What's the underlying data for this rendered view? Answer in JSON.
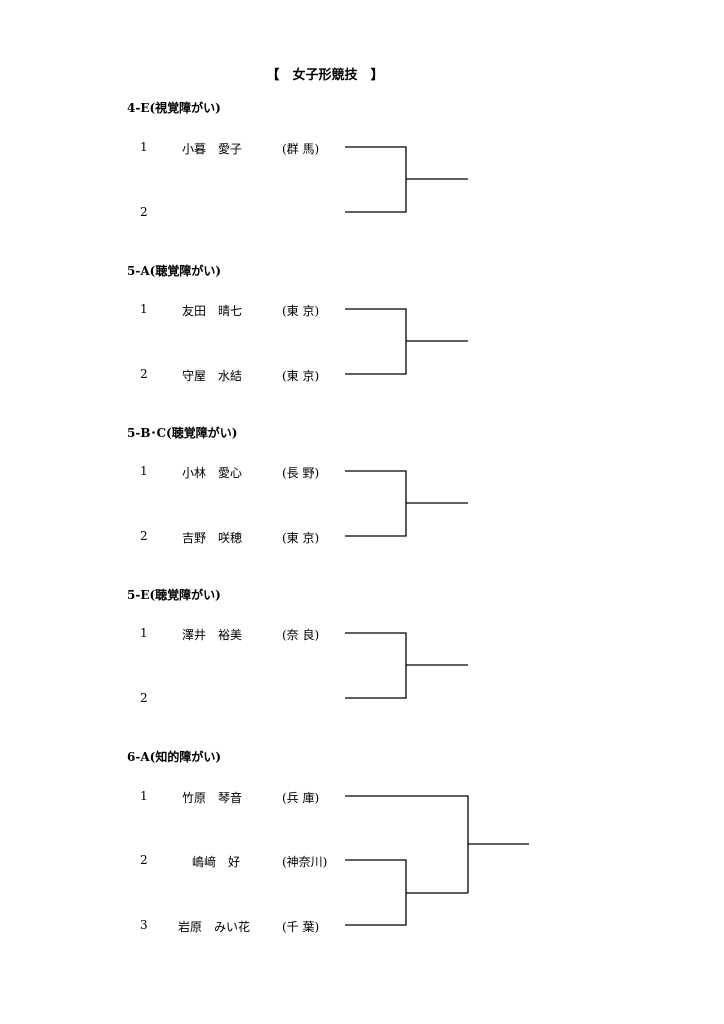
{
  "title": "【　女子形競技　】",
  "groups": [
    {
      "category": "4-E(視覚障がい)",
      "entries": [
        {
          "num": "1",
          "name": "小暮　愛子",
          "pref": "(群 馬)"
        },
        {
          "num": "2",
          "name": "",
          "pref": ""
        }
      ]
    },
    {
      "category": "5-A(聴覚障がい)",
      "entries": [
        {
          "num": "1",
          "name": "友田　晴七",
          "pref": "(東 京)"
        },
        {
          "num": "2",
          "name": "守屋　水結",
          "pref": "(東 京)"
        }
      ]
    },
    {
      "category": "5-B･C(聴覚障がい)",
      "entries": [
        {
          "num": "1",
          "name": "小林　愛心",
          "pref": "(長 野)"
        },
        {
          "num": "2",
          "name": "吉野　咲穂",
          "pref": "(東 京)"
        }
      ]
    },
    {
      "category": "5-E(聴覚障がい)",
      "entries": [
        {
          "num": "1",
          "name": "澤井　裕美",
          "pref": "(奈 良)"
        },
        {
          "num": "2",
          "name": "",
          "pref": ""
        }
      ]
    },
    {
      "category": "6-A(知的障がい)",
      "entries": [
        {
          "num": "1",
          "name": "竹原　琴音",
          "pref": "(兵 庫)"
        },
        {
          "num": "2",
          "name": "嶋﨑　好",
          "pref": "(神奈川)"
        },
        {
          "num": "3",
          "name": "岩原　みい花",
          "pref": "(千 葉)"
        }
      ]
    }
  ]
}
